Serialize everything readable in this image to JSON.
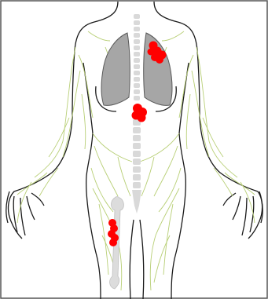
{
  "figure": {
    "background": "#ffffff",
    "frame_stroke": "#555555",
    "outline_stroke": "#1a1a1a",
    "lymph_color": "#b8cf76",
    "spine_color": "#d9d9d9",
    "bone_color": "#dcdcdc",
    "lung_fill": "#a6a6a6",
    "lung_stroke": "#5a5a5a",
    "marker_color": "#ff0000",
    "lesion_sites": [
      {
        "name": "upper-left-lung",
        "count": 6
      },
      {
        "name": "mediastinum",
        "count": 5
      },
      {
        "name": "left-femur",
        "count": 5
      }
    ]
  }
}
